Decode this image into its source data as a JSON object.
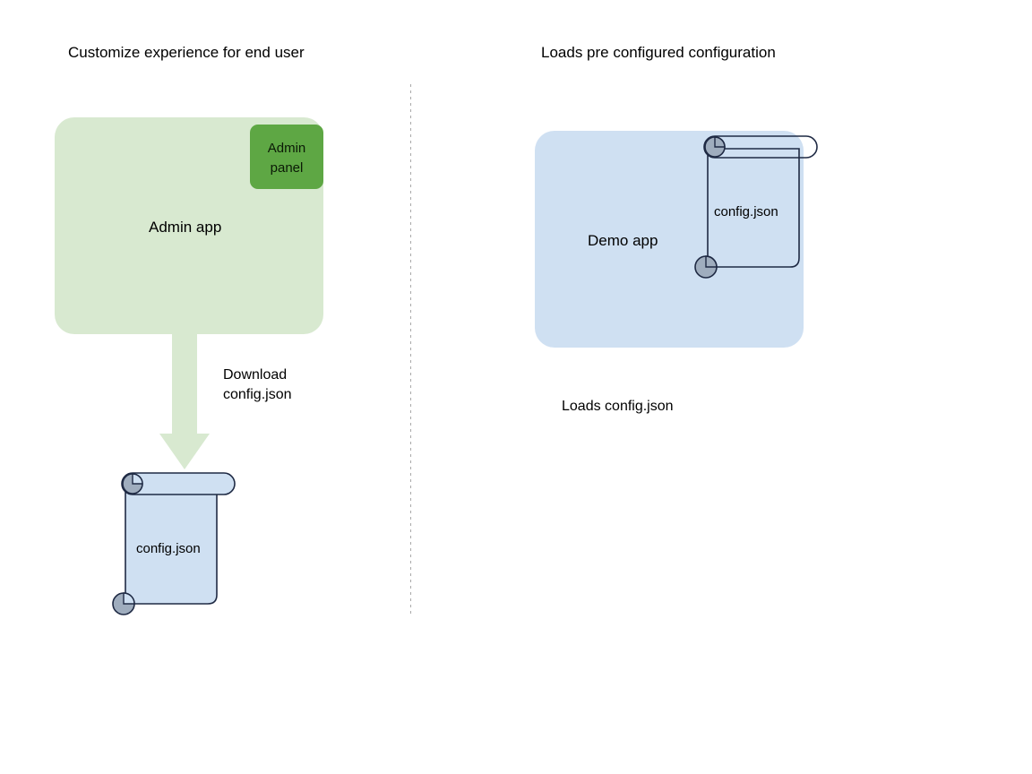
{
  "diagram": {
    "background_color": "#ffffff",
    "columns": [
      {
        "title": "Customize experience for end user",
        "app": {
          "label": "Admin app",
          "fill": "#d8e9d0",
          "badge": {
            "label": "Admin\npanel",
            "fill": "#5ea744"
          }
        },
        "arrow": {
          "caption": "Download\nconfig.json",
          "fill": "#d8e9d0",
          "direction": "down"
        },
        "document": {
          "label": "config.json",
          "fill": "#cfe0f2",
          "stroke": "#1f2a44"
        }
      },
      {
        "title": "Loads pre configured configuration",
        "app": {
          "label": "Demo app",
          "fill": "#cfe0f2"
        },
        "document": {
          "label": "config.json",
          "fill": "none",
          "stroke": "#1f2a44"
        },
        "caption": "Loads config.json"
      }
    ],
    "divider": {
      "style": "dotted",
      "color": "#9a9a9a"
    },
    "icons": {
      "scroll_roll": "scroll-roll-icon",
      "scroll_curl": "scroll-curl-icon",
      "down_arrow": "down-arrow-icon"
    }
  }
}
